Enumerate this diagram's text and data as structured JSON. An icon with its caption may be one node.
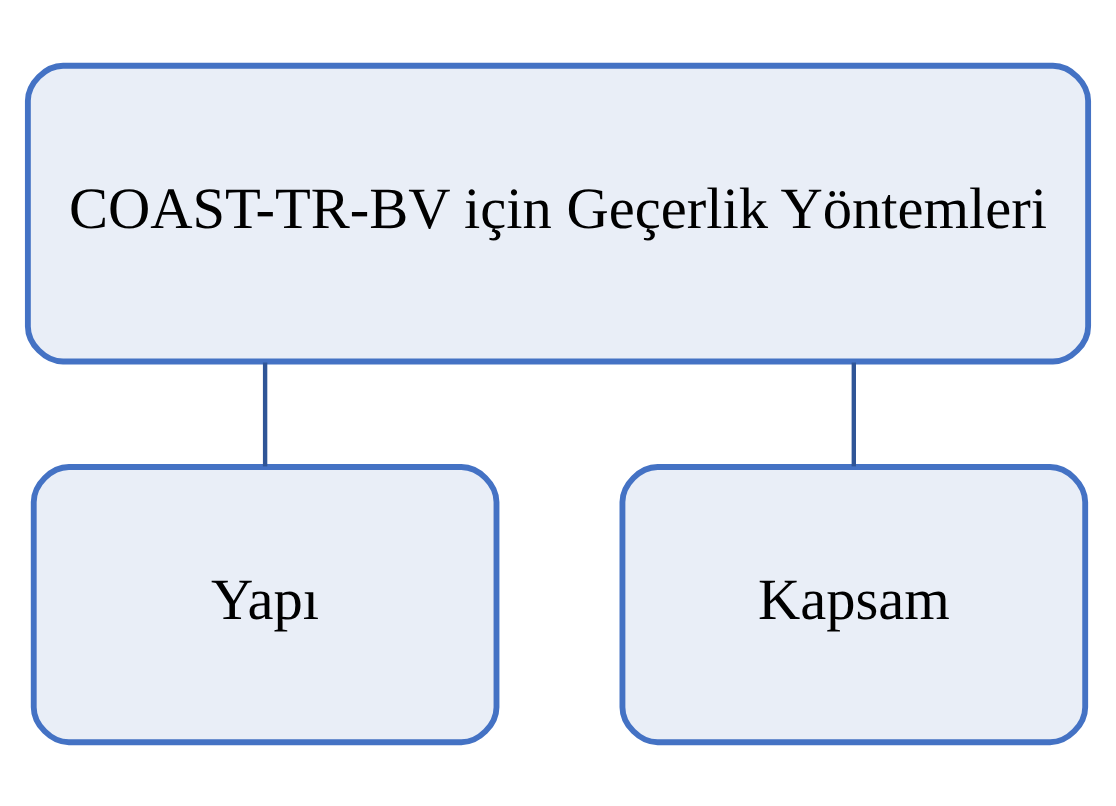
{
  "diagram": {
    "nodes": [
      {
        "text": [
          "COAST-TR-BV için Geçerlik Yöntemleri"
        ]
      },
      {
        "text": [
          "Yapı"
        ]
      },
      {
        "text": [
          "Kapsam"
        ]
      }
    ],
    "edges": [
      {
        "from": 0,
        "to": 1,
        "arrow": "none"
      },
      {
        "from": 0,
        "to": 2,
        "arrow": "none"
      }
    ]
  }
}
